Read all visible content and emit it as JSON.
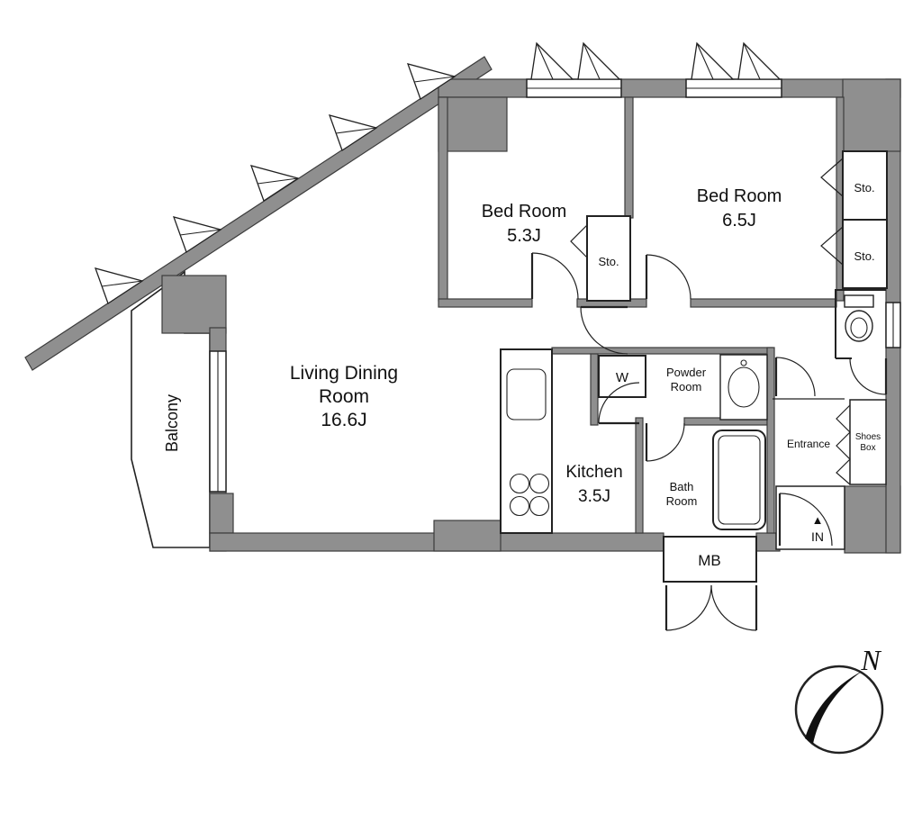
{
  "plan": {
    "living": {
      "name_line1": "Living Dining",
      "name_line2": "Room",
      "size": "16.6J"
    },
    "kitchen": {
      "name": "Kitchen",
      "size": "3.5J"
    },
    "bedroom_small": {
      "name": "Bed Room",
      "size": "5.3J"
    },
    "bedroom_large": {
      "name": "Bed Room",
      "size": "6.5J"
    },
    "storage_between": {
      "name": "Sto."
    },
    "storage_upper": {
      "name": "Sto."
    },
    "storage_lower": {
      "name": "Sto."
    },
    "powder_room": {
      "name_line1": "Powder",
      "name_line2": "Room"
    },
    "bath_room": {
      "name_line1": "Bath",
      "name_line2": "Room"
    },
    "washing_machine": {
      "label": "W"
    },
    "balcony": {
      "name": "Balcony"
    },
    "entrance": {
      "name": "Entrance"
    },
    "shoes_box": {
      "name_line1": "Shoes",
      "name_line2": "Box"
    },
    "meter_box": {
      "label": "MB"
    },
    "entry": {
      "arrow": "▲",
      "label": "IN"
    },
    "compass": {
      "label": "N"
    }
  },
  "colors": {
    "wall_fill": "#8f8f8f",
    "wall_edge": "#3c3c3c",
    "line": "#222222",
    "background": "#ffffff"
  }
}
